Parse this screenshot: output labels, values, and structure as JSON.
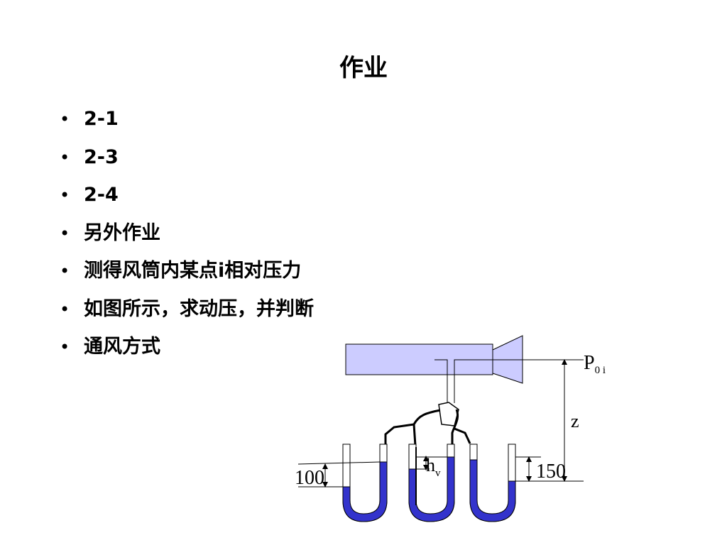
{
  "slide": {
    "title": "作业",
    "bullet_glyph": "•",
    "items": [
      "2-1",
      "2-3",
      "2-4",
      "另外作业",
      "测得风筒内某点i相对压力",
      "如图所示，求动压，并判断",
      "通风方式"
    ]
  },
  "diagram": {
    "label_p_main": "P",
    "label_p_sub": "0 i",
    "label_z": "z",
    "label_hv_main": "h",
    "label_hv_sub": "v",
    "label_100": "100",
    "label_150": "150",
    "colors": {
      "duct_fill": "#ccccff",
      "liquid": "#3333cc",
      "line": "#000000"
    }
  }
}
